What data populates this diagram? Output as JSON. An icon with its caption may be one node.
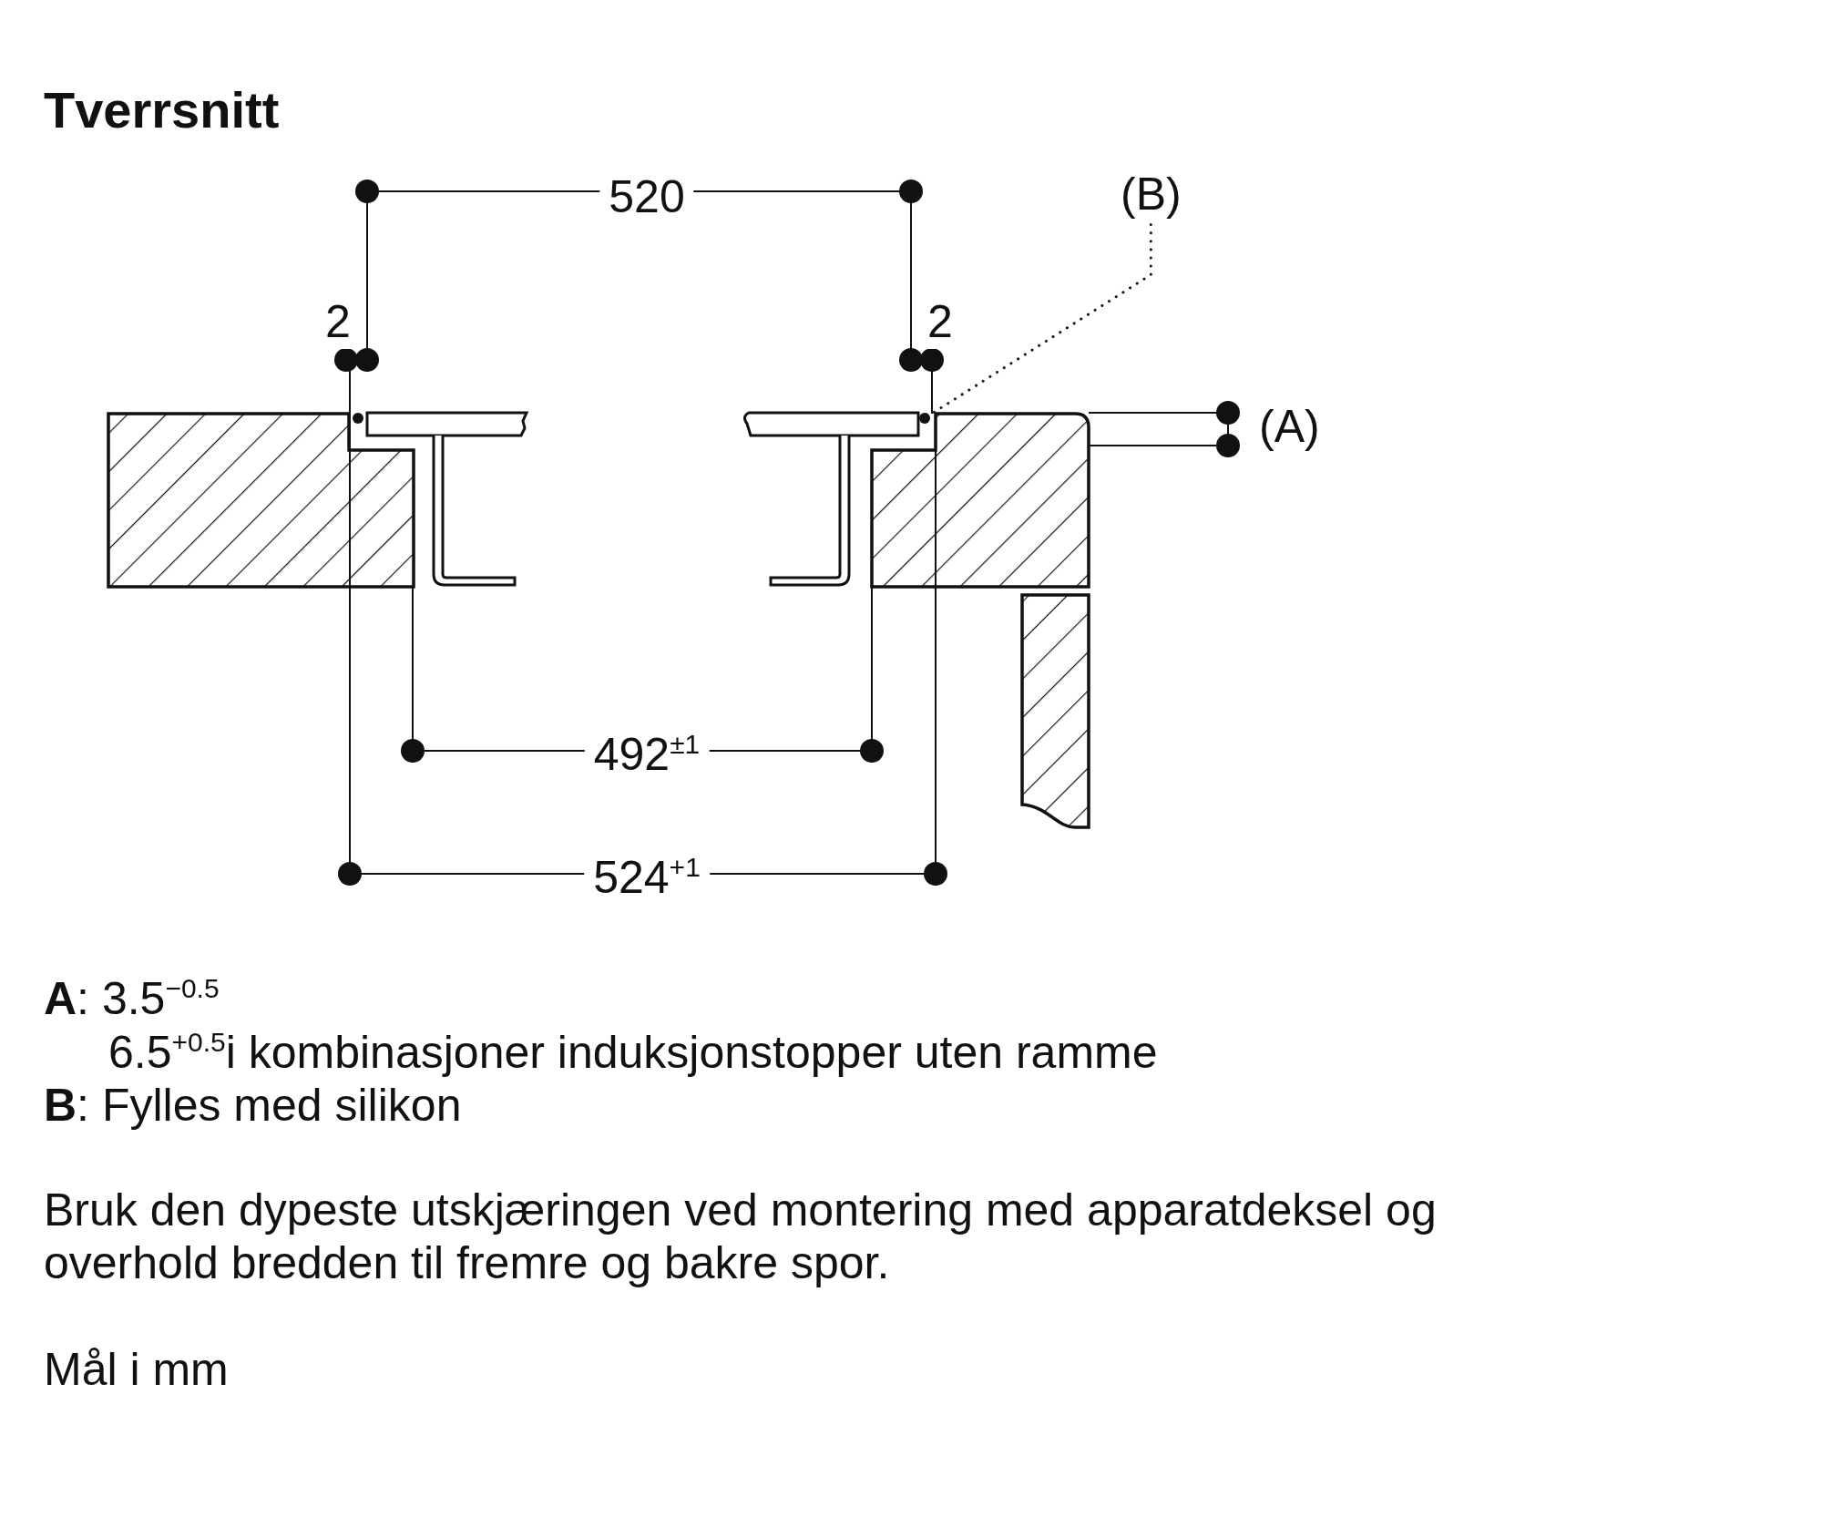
{
  "diagram": {
    "title": "Tverrsnitt",
    "nodes": [
      {
        "text": [
          "(B)"
        ]
      },
      {
        "text": [],
        "shape": "circle"
      }
    ],
    "edges": [
      {
        "from": 0,
        "to": 1,
        "arrow": "none",
        "style": "dashed"
      }
    ],
    "labels": [
      "520",
      "2",
      "2",
      "(A)",
      "492$^{±1}$",
      "524$^{+1}$",
      "**A**: 3.5$^{−0.5}$",
      "6.5$^{+0.5}$i kombinasjoner induksjonstopper uten ramme",
      "**B**: Fylles med silikon",
      "Bruk den dypeste utskjæringen ved montering med apparatdeksel og overhold bredden til fremre og bakre spor.",
      "Mål i mm"
    ]
  }
}
